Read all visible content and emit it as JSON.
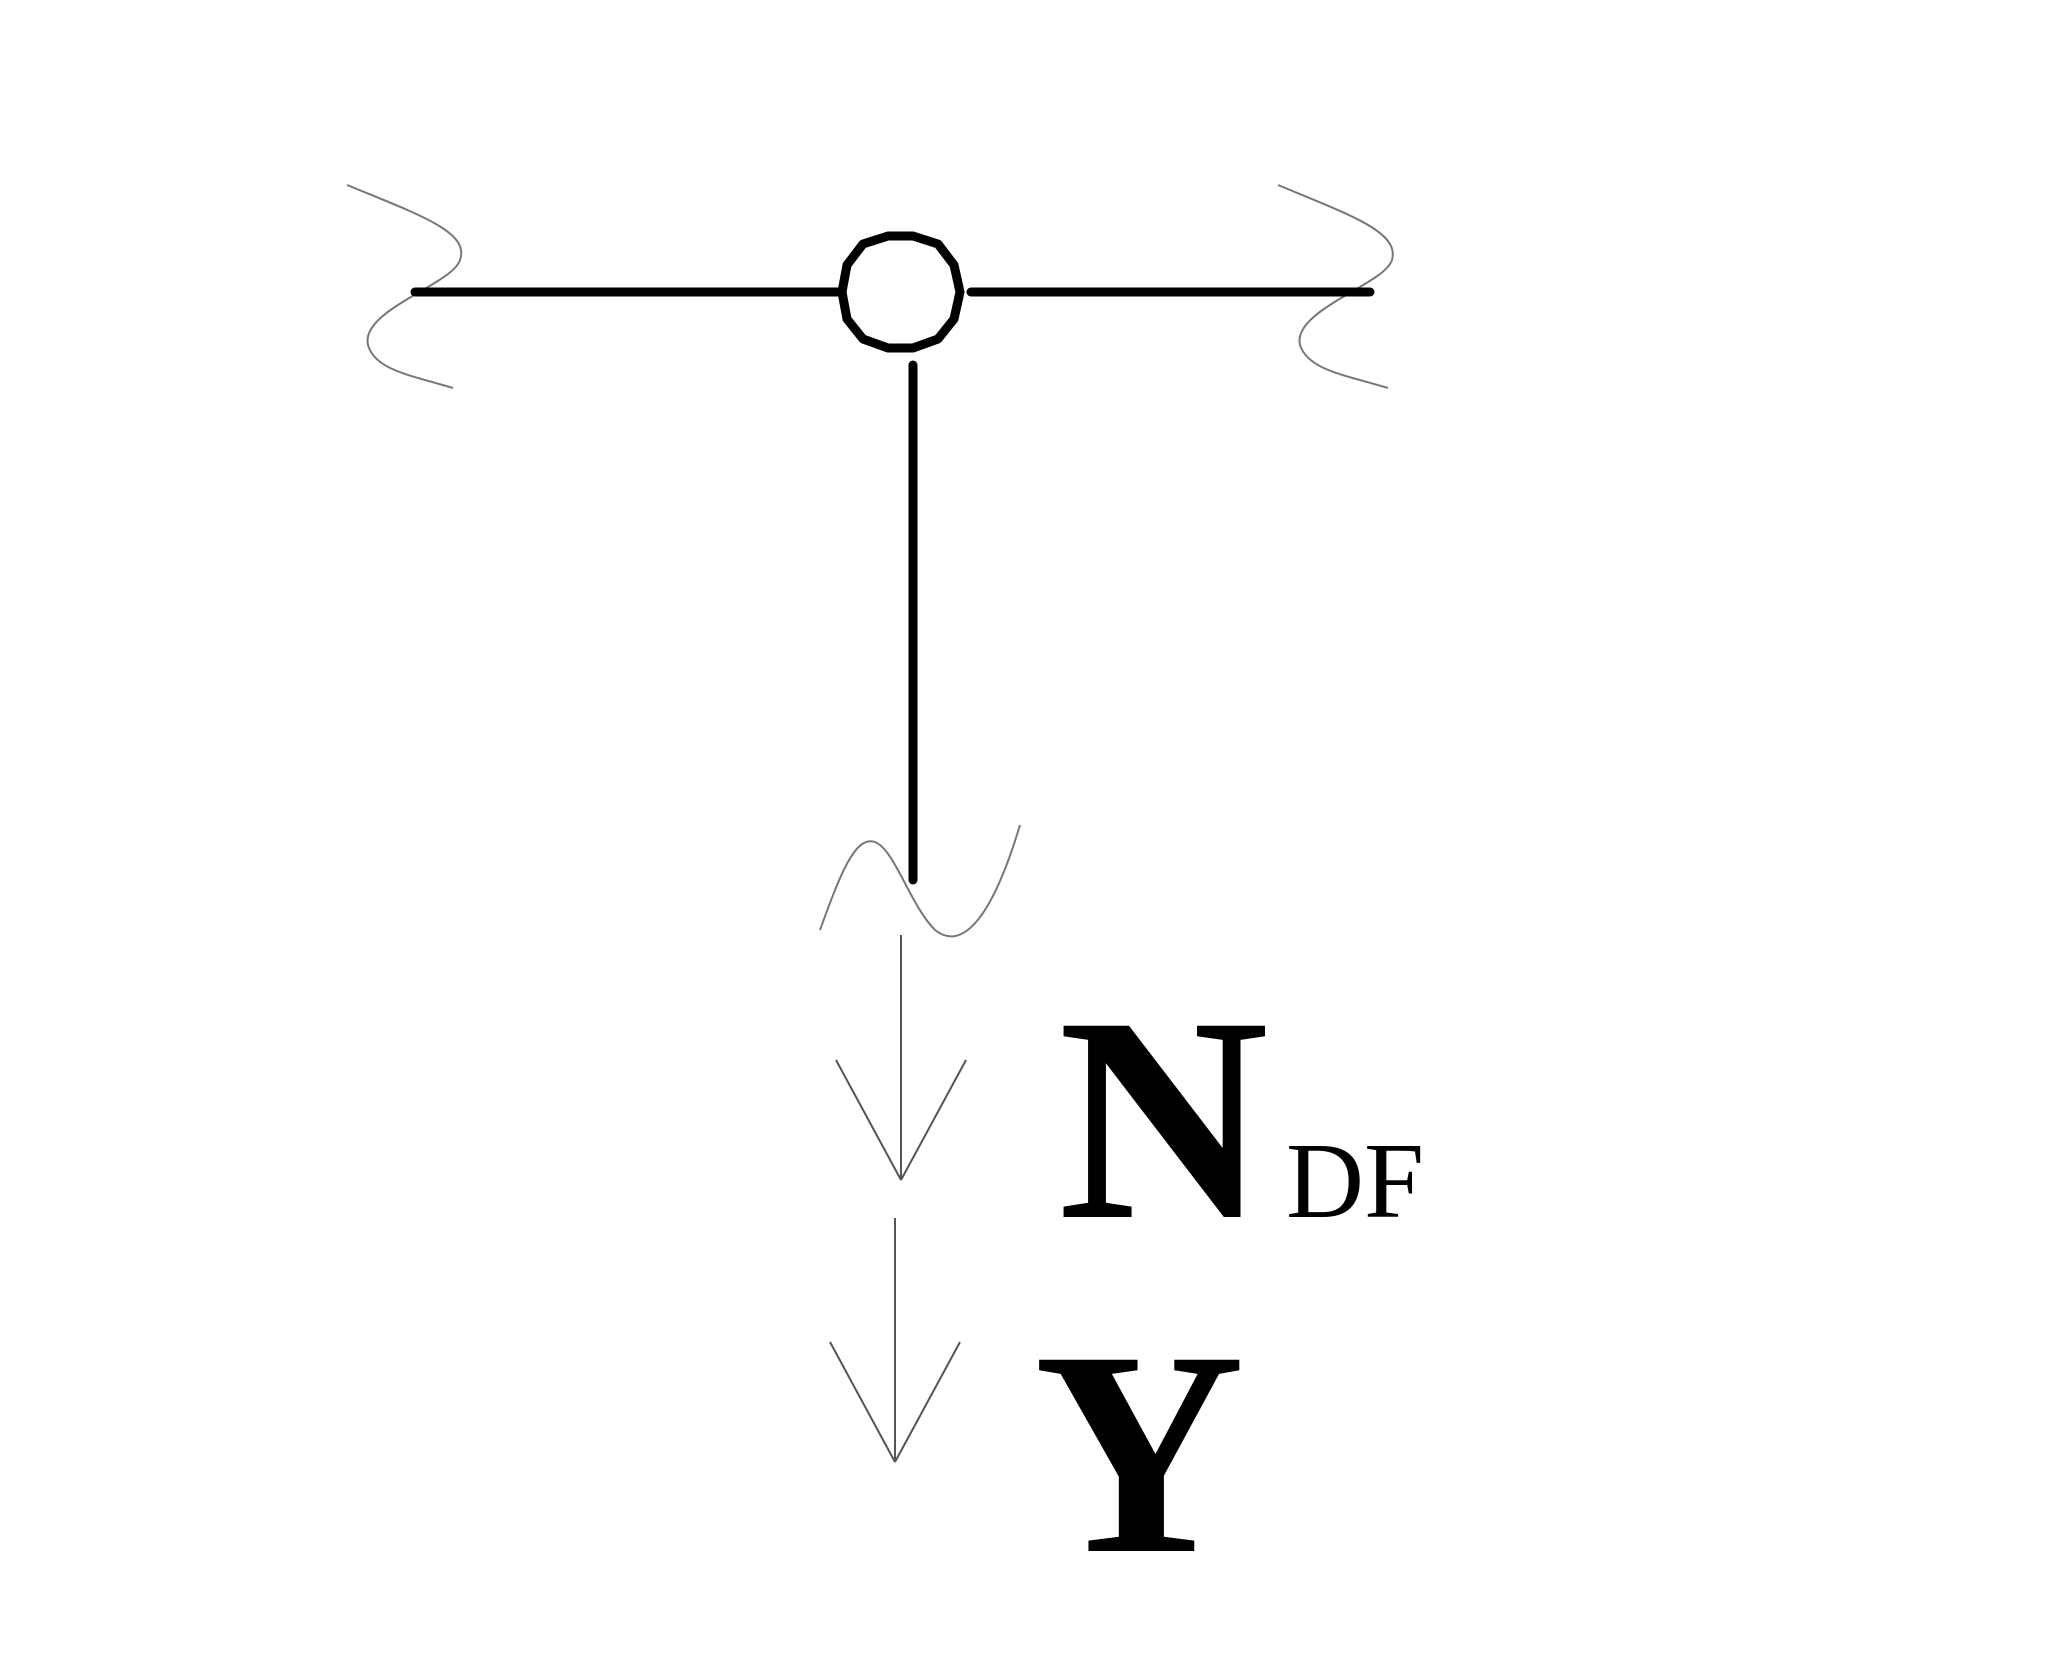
{
  "diagram": {
    "force_labels": {
      "normal_force": {
        "symbol": "N",
        "subscript": "DF"
      },
      "vertical_reaction": {
        "symbol": "Y"
      }
    },
    "colors": {
      "member": "#000000",
      "break_line": "#777777",
      "arrow": "#555555",
      "text": "#000000"
    },
    "icons": {
      "hinge": "hinge-joint-icon",
      "break": "break-line-icon",
      "arrow": "force-arrow-icon"
    }
  }
}
